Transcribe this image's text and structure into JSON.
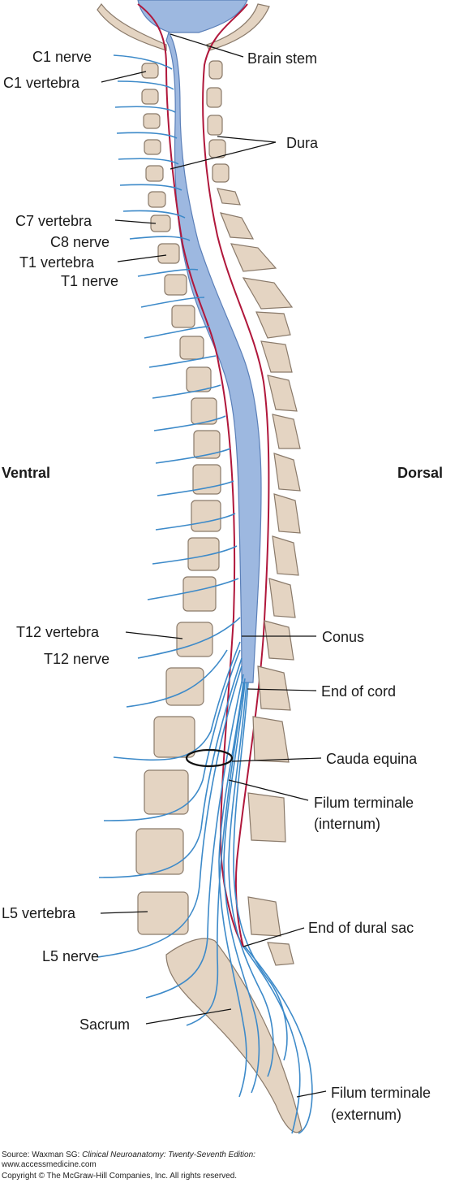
{
  "labels": {
    "brain_stem": "Brain stem",
    "c1_nerve": "C1 nerve",
    "c1_vertebra": "C1 vertebra",
    "dura": "Dura",
    "c7_vertebra": "C7 vertebra",
    "c8_nerve": "C8 nerve",
    "t1_vertebra": "T1 vertebra",
    "t1_nerve": "T1 nerve",
    "ventral": "Ventral",
    "dorsal": "Dorsal",
    "t12_vertebra": "T12 vertebra",
    "t12_nerve": "T12 nerve",
    "conus": "Conus",
    "end_of_cord": "End of cord",
    "cauda_equina": "Cauda equina",
    "filum_internum_1": "Filum terminale",
    "filum_internum_2": "(internum)",
    "l5_vertebra": "L5 vertebra",
    "l5_nerve": "L5 nerve",
    "end_of_dural_sac": "End of dural sac",
    "sacrum": "Sacrum",
    "filum_externum_1": "Filum terminale",
    "filum_externum_2": "(externum)"
  },
  "source": {
    "prefix": "Source: Waxman SG: ",
    "book": "Clinical Neuroanatomy: Twenty-Seventh Edition:",
    "url": "www.accessmedicine.com",
    "copyright": "Copyright © The McGraw-Hill Companies, Inc. All rights reserved."
  },
  "colors": {
    "cord": "#9db8e0",
    "nerve": "#3d8ac9",
    "dura": "#b0173b",
    "bone": "#e4d4c2"
  }
}
